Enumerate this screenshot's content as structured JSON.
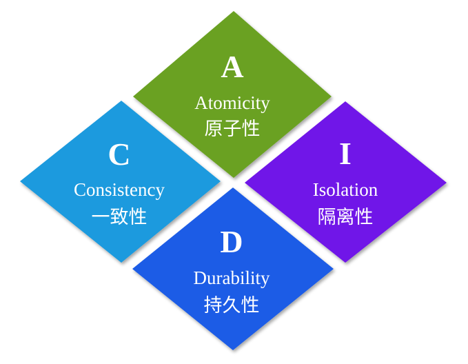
{
  "diamonds": {
    "a": {
      "letter": "A",
      "english": "Atomicity",
      "chinese": "原子性",
      "color": "#6aa121"
    },
    "c": {
      "letter": "C",
      "english": "Consistency",
      "chinese": "一致性",
      "color": "#1c9ade"
    },
    "i": {
      "letter": "I",
      "english": "Isolation",
      "chinese": "隔离性",
      "color": "#6f12e8"
    },
    "d": {
      "letter": "D",
      "english": "Durability",
      "chinese": "持久性",
      "color": "#1b5ce6"
    }
  }
}
